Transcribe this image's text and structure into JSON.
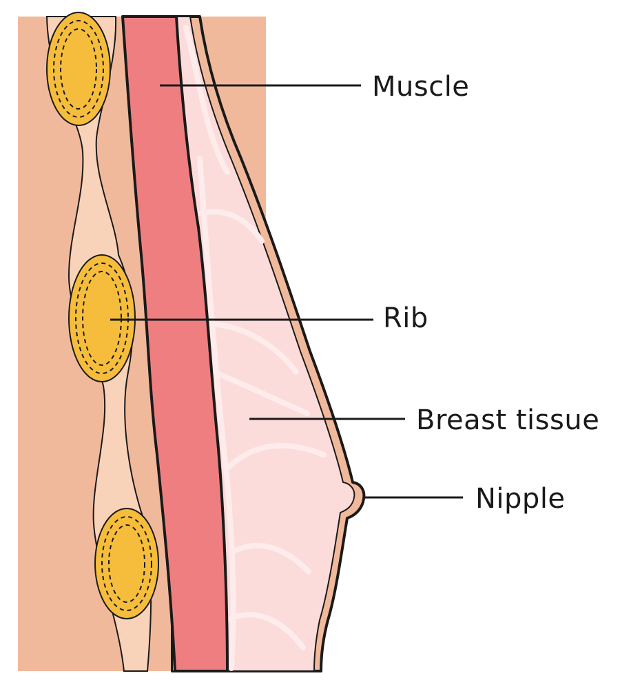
{
  "labels": {
    "muscle": "Muscle",
    "rib": "Rib",
    "breast_tissue": "Breast tissue",
    "nipple": "Nipple"
  },
  "colors": {
    "body": "#f1b99b",
    "interrib": "#f9d3b9",
    "rib": "#f6bd3c",
    "muscle": "#ef7e80",
    "breast_tissue": "#fbdcdb",
    "fat_band": "#fdeceb",
    "skin": "#f1b99b",
    "outline": "#1a1a1a"
  }
}
